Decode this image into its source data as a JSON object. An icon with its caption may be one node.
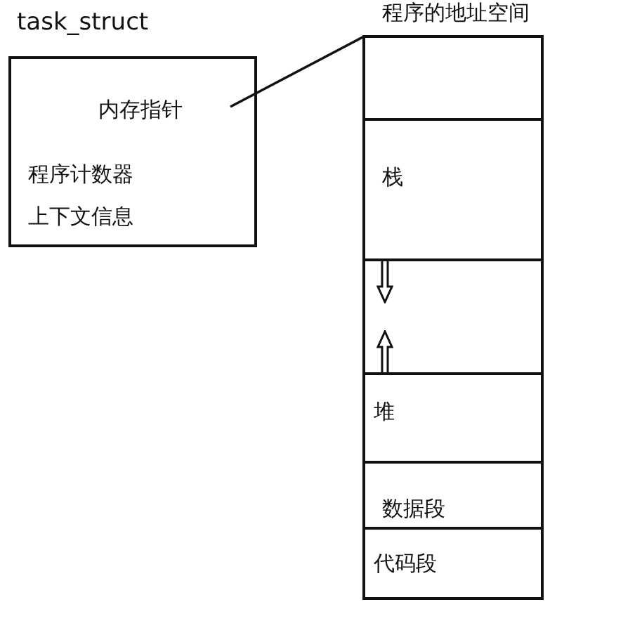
{
  "diagram": {
    "nodes": [
      {
        "text": [
          "task_struct"
        ]
      },
      {
        "text": [
          "内存指针"
        ],
        "in": 0
      },
      {
        "text": [
          "程序计数器"
        ],
        "in": 0
      },
      {
        "text": [
          "上下文信息"
        ],
        "in": 0
      },
      {
        "text": [
          "程序的地址空间"
        ]
      },
      {
        "text": [],
        "shape": "box",
        "in": 4
      },
      {
        "text": [
          "栈"
        ],
        "in": 4
      },
      {
        "text": [],
        "shape": "box",
        "in": 4
      },
      {
        "text": [
          "堆"
        ],
        "in": 4
      },
      {
        "text": [
          "数据段"
        ],
        "in": 4
      },
      {
        "text": [
          "代码段"
        ],
        "in": 4
      }
    ],
    "edges": [
      {
        "from": 1,
        "to": 4,
        "arrow": "none"
      }
    ]
  }
}
